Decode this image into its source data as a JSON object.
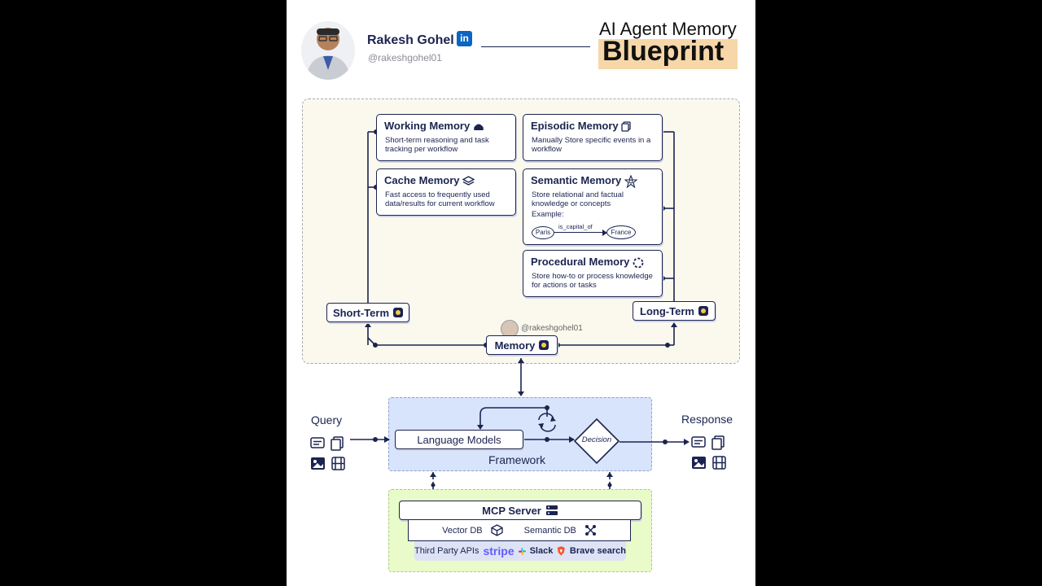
{
  "author": {
    "name": "Rakesh Gohel",
    "handle": "@rakeshgohel01",
    "badge": "in"
  },
  "header": {
    "title_line1": "AI Agent Memory",
    "title_line2": "Blueprint"
  },
  "memory_section": {
    "working": {
      "title": "Working Memory",
      "desc": "Short-term reasoning and task tracking per workflow"
    },
    "cache": {
      "title": "Cache Memory",
      "desc": "Fast access to frequently used data/results for current workflow"
    },
    "episodic": {
      "title": "Episodic Memory",
      "desc": "Manually Store specific events in a workflow"
    },
    "semantic": {
      "title": "Semantic Memory",
      "desc": "Store relational and factual knowledge or concepts",
      "example_label": "Example:",
      "node_a": "Paris",
      "relation": "is_capital_of",
      "node_b": "France"
    },
    "procedural": {
      "title": "Procedural Memory",
      "desc": "Store how-to or process knowledge for actions or tasks"
    },
    "short_term": "Short-Term",
    "long_term": "Long-Term",
    "memory": "Memory",
    "watermark": "@rakeshgohel01"
  },
  "framework": {
    "label": "Framework",
    "language_models": "Language Models",
    "decision": "Decision",
    "query": "Query",
    "response": "Response"
  },
  "tools": {
    "mcp_server": "MCP Server",
    "vector_db": "Vector DB",
    "semantic_db": "Semantic DB",
    "third_party": "Third Party APIs",
    "stripe": "stripe",
    "slack": "Slack",
    "brave": "Brave search"
  },
  "colors": {
    "navy": "#1b2450",
    "memory_bg": "#fbf9ee",
    "framework_bg": "#d8e4fb",
    "tools_bg": "#e9fbc8",
    "title_highlight": "#f7d7a8"
  }
}
